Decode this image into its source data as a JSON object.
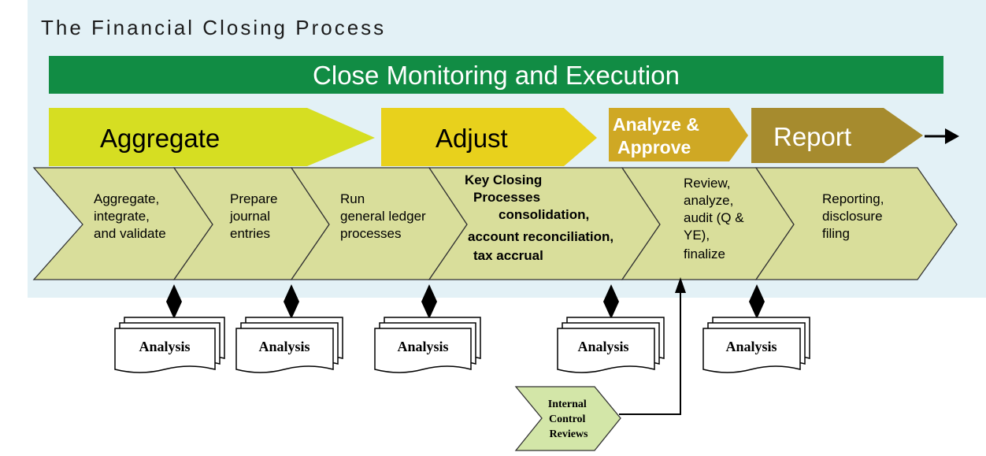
{
  "title": "The Financial Closing Process",
  "banner": "Close Monitoring and Execution",
  "phases": [
    {
      "label": "Aggregate",
      "color": "#d6de22"
    },
    {
      "label": "Adjust",
      "color": "#e8d11c"
    },
    {
      "line1": "Analyze &",
      "line2": "Approve",
      "color": "#cfa824"
    },
    {
      "label": "Report",
      "color": "#a68b2e"
    }
  ],
  "steps": [
    {
      "lines": [
        "Aggregate,",
        "integrate,",
        "and validate"
      ]
    },
    {
      "lines": [
        "Prepare",
        "journal",
        "entries"
      ]
    },
    {
      "lines": [
        "Run",
        "general ledger",
        "processes"
      ]
    },
    {
      "lines": [
        "Key Closing",
        "Processes",
        "consolidation,",
        "account reconciliation,",
        "tax accrual"
      ]
    },
    {
      "lines": [
        "Review,",
        "analyze,",
        "audit (Q &",
        "YE),",
        "finalize"
      ]
    },
    {
      "lines": [
        "Reporting,",
        "disclosure",
        "filing"
      ]
    }
  ],
  "analysis_label": "Analysis",
  "internal_control": [
    "Internal",
    "Control",
    "Reviews"
  ],
  "colors": {
    "background_band": "#e3f1f6",
    "banner": "#118c44",
    "step_fill": "#d9de9b",
    "icr_fill": "#d3e6a8"
  }
}
